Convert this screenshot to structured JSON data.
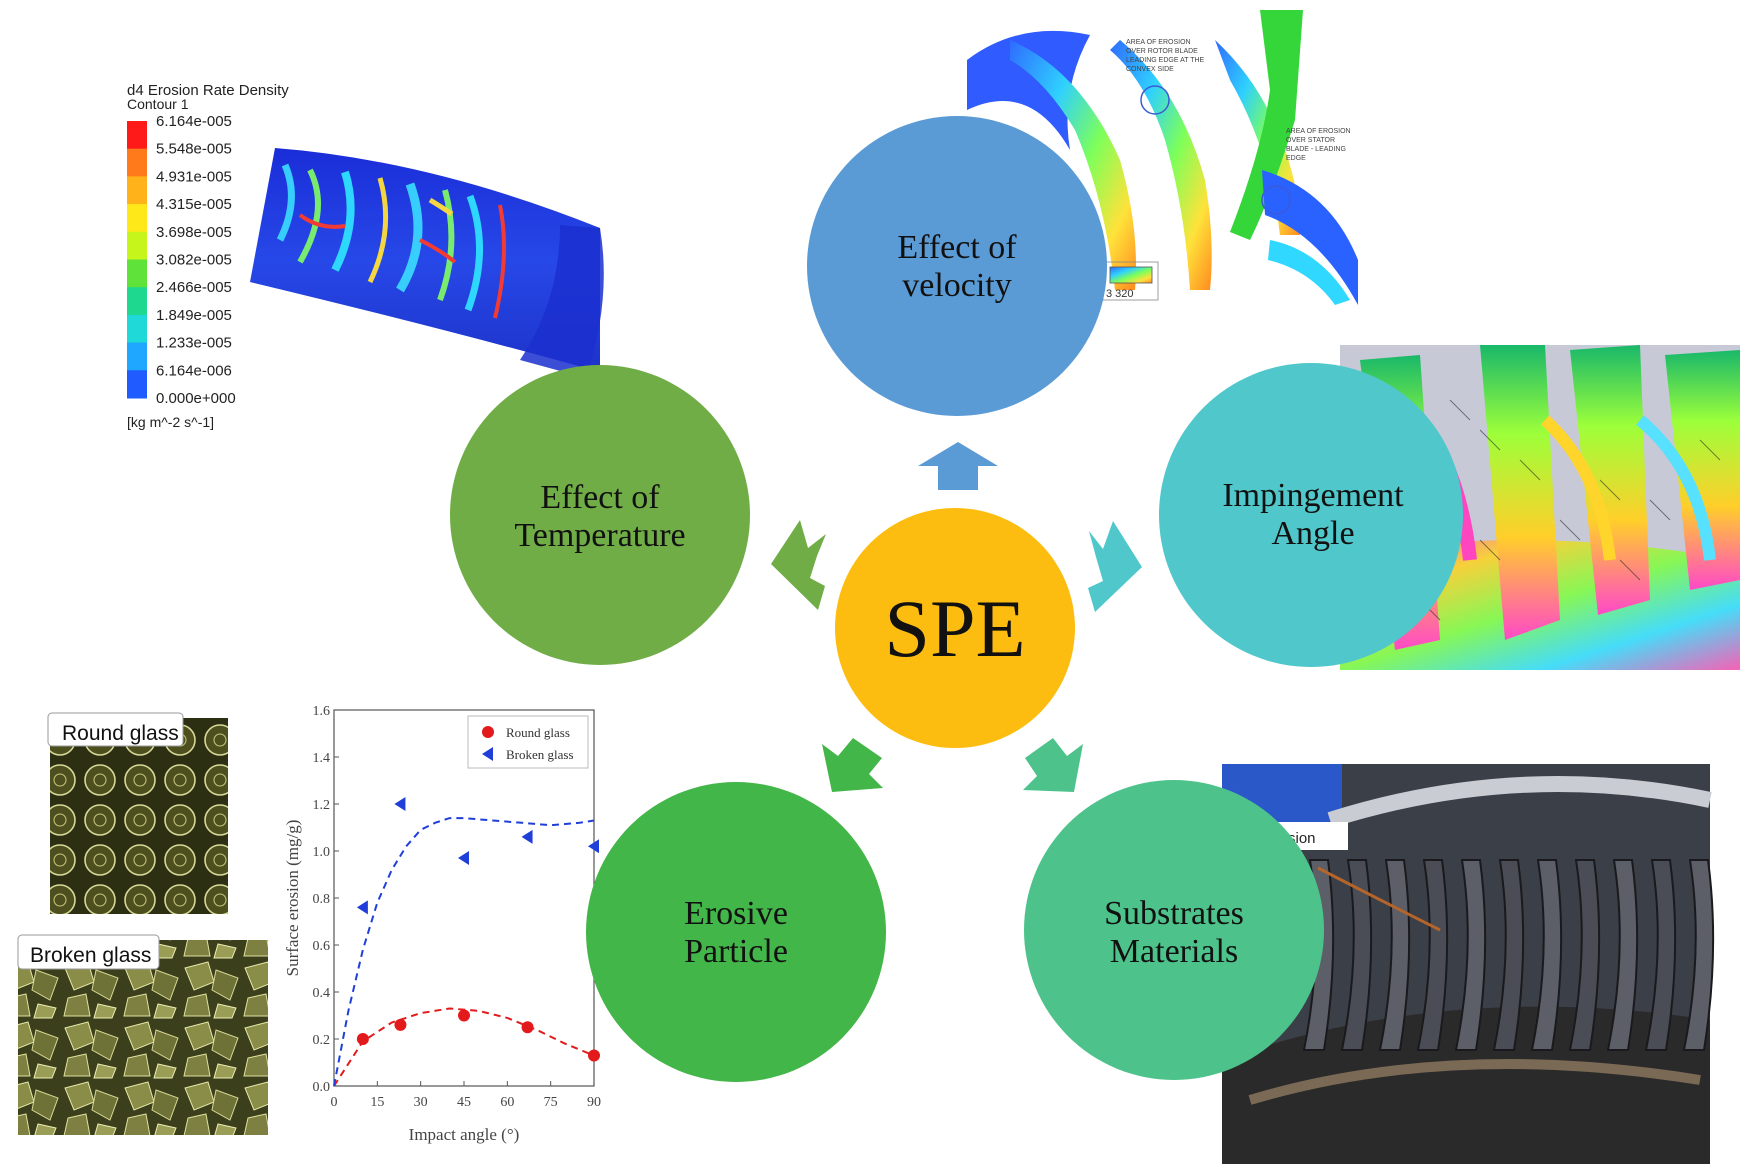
{
  "center": {
    "label": "SPE",
    "color": "#FDBD10"
  },
  "nodes": [
    {
      "id": "velocity",
      "line1": "Effect of",
      "line2": "velocity",
      "color": "#5B9BD5"
    },
    {
      "id": "impingement",
      "line1": "Impingement",
      "line2": "Angle",
      "color": "#4FC7CB"
    },
    {
      "id": "substrates",
      "line1": "Substrates",
      "line2": "Materials",
      "color": "#4DC38B"
    },
    {
      "id": "erosive",
      "line1": "Erosive",
      "line2": "Particle",
      "color": "#43B649"
    },
    {
      "id": "temperature",
      "line1": "Effect of",
      "line2": "Temperature",
      "color": "#70AD47"
    }
  ],
  "contour_legend": {
    "title": "d4 Erosion Rate Density",
    "subtitle": "Contour 1",
    "levels": [
      "6.164e-005",
      "5.548e-005",
      "4.931e-005",
      "4.315e-005",
      "3.698e-005",
      "3.082e-005",
      "2.466e-005",
      "1.849e-005",
      "1.233e-005",
      "6.164e-006",
      "0.000e+000"
    ],
    "unit": "[kg m^-2 s^-1]"
  },
  "blade_image": {
    "label_rotor": [
      "AREA OF EROSION",
      "OVER ROTOR BLADE",
      "LEADING EDGE AT THE",
      "CONVEX SIDE"
    ],
    "label_stator": [
      "AREA OF EROSION",
      "OVER STATOR",
      "BLADE - LEADING",
      "EDGE"
    ],
    "scale_value": "3 320"
  },
  "micrographs": {
    "round_label": "Round glass",
    "broken_label": "Broken glass"
  },
  "photo_label": "sion",
  "chart_data": {
    "type": "scatter",
    "xlabel": "Impact angle (°)",
    "ylabel": "Surface erosion  (mg/g)",
    "xlim": [
      0,
      90
    ],
    "ylim": [
      0,
      1.6
    ],
    "xticks": [
      "0",
      "15",
      "30",
      "45",
      "60",
      "75",
      "90"
    ],
    "yticks": [
      "0.0",
      "0.2",
      "0.4",
      "0.6",
      "0.8",
      "1.0",
      "1.2",
      "1.4",
      "1.6"
    ],
    "legend_position": "top-right",
    "series": [
      {
        "name": "Round glass",
        "color": "#E31A1C",
        "marker": "circle",
        "points": [
          [
            10,
            0.2
          ],
          [
            23,
            0.26
          ],
          [
            45,
            0.3
          ],
          [
            67,
            0.25
          ],
          [
            90,
            0.13
          ]
        ],
        "fit": [
          [
            0,
            0
          ],
          [
            10,
            0.19
          ],
          [
            20,
            0.27
          ],
          [
            30,
            0.31
          ],
          [
            40,
            0.33
          ],
          [
            50,
            0.32
          ],
          [
            60,
            0.29
          ],
          [
            70,
            0.24
          ],
          [
            80,
            0.18
          ],
          [
            90,
            0.13
          ]
        ]
      },
      {
        "name": "Broken glass",
        "color": "#1F3FD8",
        "marker": "triangle-left",
        "points": [
          [
            10,
            0.76
          ],
          [
            23,
            1.2
          ],
          [
            45,
            0.97
          ],
          [
            67,
            1.06
          ],
          [
            90,
            1.02
          ]
        ],
        "fit": [
          [
            0,
            0
          ],
          [
            5,
            0.32
          ],
          [
            10,
            0.58
          ],
          [
            15,
            0.78
          ],
          [
            20,
            0.92
          ],
          [
            25,
            1.02
          ],
          [
            30,
            1.09
          ],
          [
            35,
            1.12
          ],
          [
            40,
            1.14
          ],
          [
            45,
            1.14
          ],
          [
            55,
            1.13
          ],
          [
            65,
            1.12
          ],
          [
            75,
            1.11
          ],
          [
            85,
            1.12
          ],
          [
            90,
            1.13
          ]
        ]
      }
    ]
  }
}
